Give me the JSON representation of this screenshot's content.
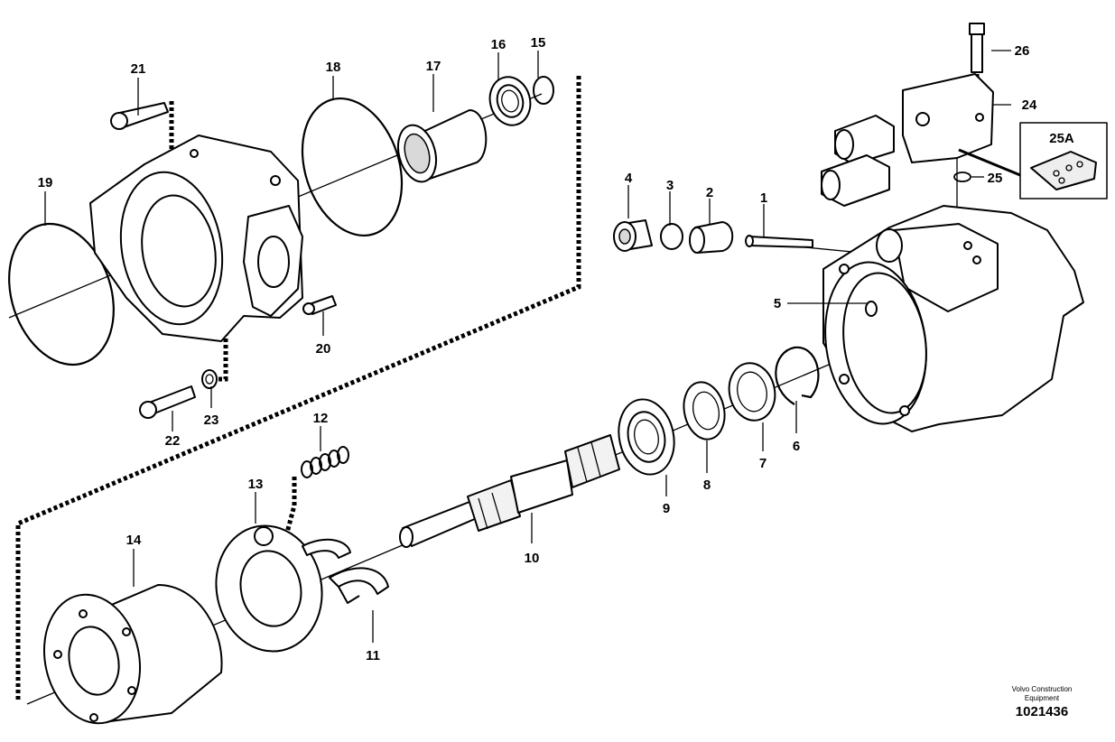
{
  "diagram": {
    "callouts": {
      "c1": "1",
      "c2": "2",
      "c3": "3",
      "c4": "4",
      "c5": "5",
      "c6": "6",
      "c7": "7",
      "c8": "8",
      "c9": "9",
      "c10": "10",
      "c11": "11",
      "c12": "12",
      "c13": "13",
      "c14": "14",
      "c15": "15",
      "c16": "16",
      "c17": "17",
      "c18": "18",
      "c19": "19",
      "c20": "20",
      "c21": "21",
      "c22": "22",
      "c23": "23",
      "c24": "24",
      "c25": "25",
      "c25a": "25A",
      "c26": "26"
    },
    "brand_line1": "Volvo Construction",
    "brand_line2": "Equipment",
    "doc_number": "1021436"
  }
}
